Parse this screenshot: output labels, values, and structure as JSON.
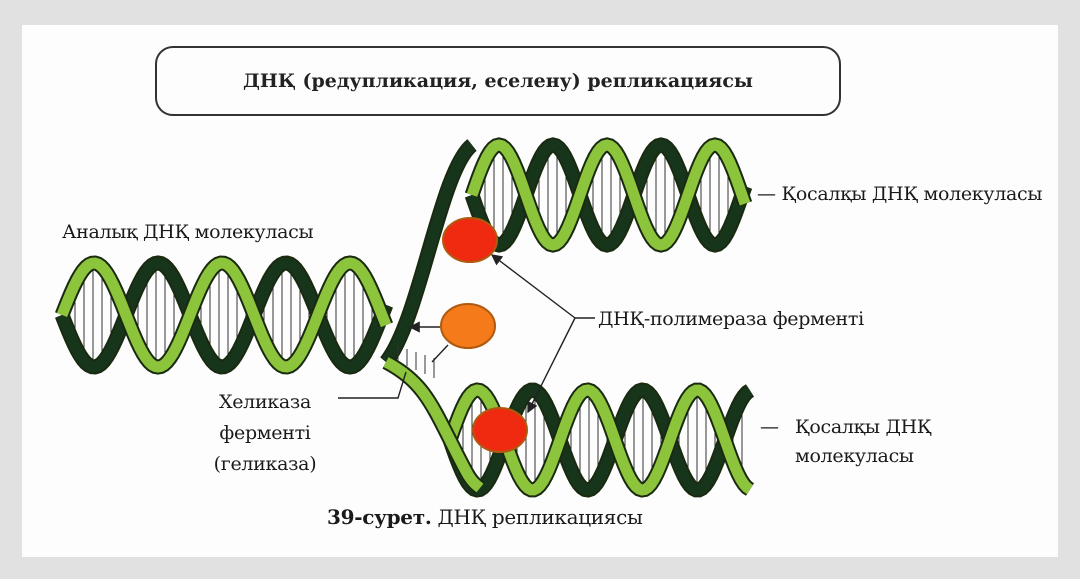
{
  "title": "ДНҚ (редупликация, еселену) репликациясы",
  "labels": {
    "parent": "Аналық ДНҚ молекуласы",
    "daughter_top": "Қосалқы ДНҚ молекуласы",
    "polymerase": "ДНҚ-полимераза ферменті",
    "helicase_line1": "Хеликаза",
    "helicase_line2": "ферменті",
    "helicase_line3": "(геликаза)",
    "daughter_bottom_line1": "Қосалқы ДНҚ",
    "daughter_bottom_line2": "молекуласы"
  },
  "caption": {
    "number": "39-сурет.",
    "text": "ДНҚ репликациясы"
  },
  "colors": {
    "dark_strand": "#17351b",
    "light_strand": "#8cc43c",
    "enzyme_red": "#f02a10",
    "enzyme_orange": "#f47a1a"
  }
}
